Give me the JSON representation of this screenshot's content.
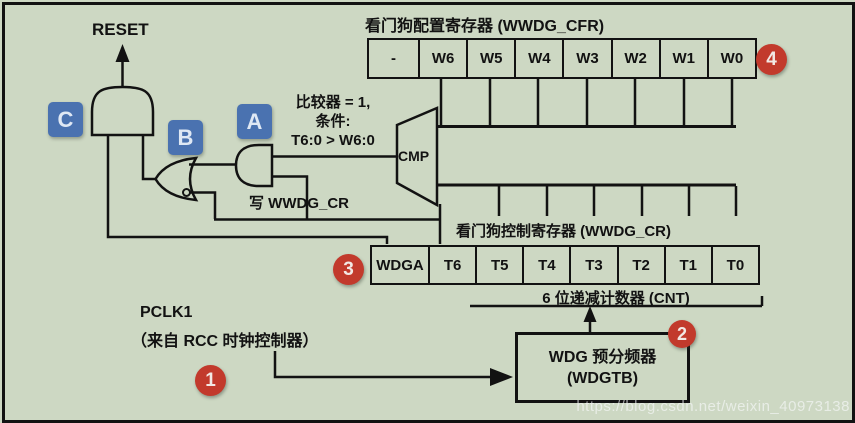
{
  "colors": {
    "background": "#cdd8c3",
    "line": "#121212",
    "tag_blue": "#4a72b0",
    "badge_red": "#c23a2c"
  },
  "reset_label": "RESET",
  "tags": {
    "a": "A",
    "b": "B",
    "c": "C"
  },
  "badges": {
    "one": "1",
    "two": "2",
    "three": "3",
    "four": "4"
  },
  "comparator": {
    "line1": "比较器 = 1,",
    "line2": "条件:",
    "line3": "T6:0 > W6:0",
    "cmp_label": "CMP",
    "write_label": "写 WWDG_CR"
  },
  "registers": {
    "cfr": {
      "title": "看门狗配置寄存器 (WWDG_CFR)",
      "cells": [
        "-",
        "W6",
        "W5",
        "W4",
        "W3",
        "W2",
        "W1",
        "W0"
      ]
    },
    "cr": {
      "title": "看门狗控制寄存器 (WWDG_CR)",
      "cells": [
        "WDGA",
        "T6",
        "T5",
        "T4",
        "T3",
        "T2",
        "T1",
        "T0"
      ]
    }
  },
  "counter_label": "6 位递减计数器 (CNT)",
  "clock": {
    "name": "PCLK1",
    "source": "（来自 RCC 时钟控制器）"
  },
  "prescaler": {
    "line1": "WDG 预分频器",
    "line2": "(WDGTB)"
  },
  "watermark": "https://blog.csdn.net/weixin_40973138"
}
